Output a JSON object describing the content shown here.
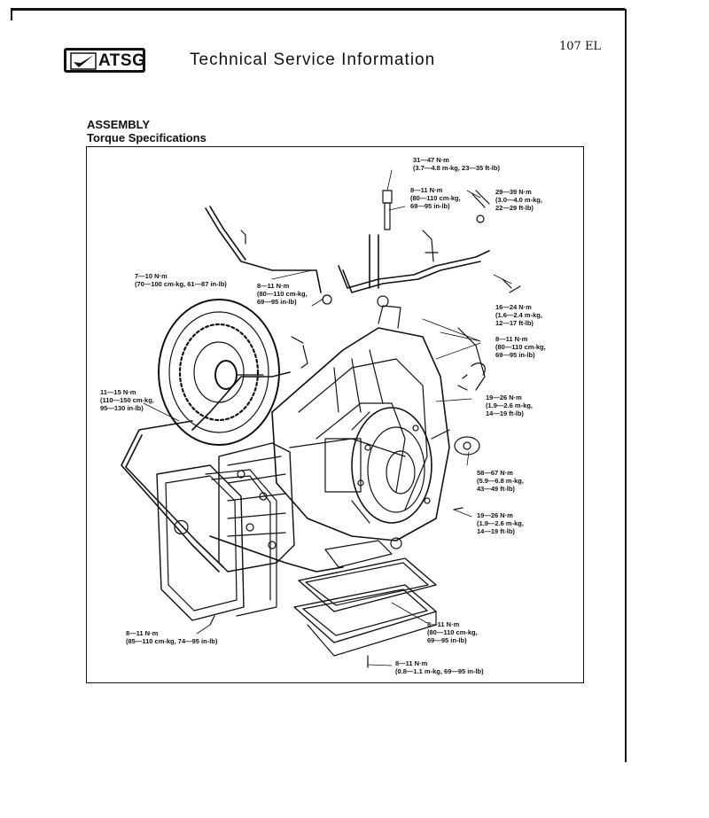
{
  "header": {
    "logo_text": "ATSG",
    "title": "Technical Service Information",
    "doc_number": "107 EL"
  },
  "section": {
    "title": "ASSEMBLY",
    "subtitle": "Torque Specifications"
  },
  "callouts": {
    "c1": [
      "31—47 N·m",
      "(3.7—4.8 m-kg, 23—35 ft-lb)"
    ],
    "c2": [
      "8—11 N·m",
      "(80—110 cm-kg,",
      "69—95 in-lb)"
    ],
    "c3": [
      "29—39 N·m",
      "(3.0—4.0 m-kg,",
      "22—29 ft-lb)"
    ],
    "c4": [
      "7—10 N·m",
      "(70—100 cm-kg, 61—87 in-lb)"
    ],
    "c5": [
      "8—11 N·m",
      "(80—110 cm-kg,",
      "69—95 in-lb)"
    ],
    "c6": [
      "16—24 N·m",
      "(1.6—2.4 m-kg,",
      "12—17 ft-lb)"
    ],
    "c7": [
      "8—11 N·m",
      "(80—110 cm-kg,",
      "69—95 in-lb)"
    ],
    "c8": [
      "11—15 N·m",
      "(110—150 cm-kg,",
      "95—130 in-lb)"
    ],
    "c9": [
      "19—26 N·m",
      "(1.9—2.6 m-kg,",
      "14—19 ft-lb)"
    ],
    "c10": [
      "58—67 N·m",
      "(5.9—6.8 m-kg,",
      "43—49 ft-lb)"
    ],
    "c11": [
      "19—26 N·m",
      "(1.9—2.6 m-kg,",
      "14—19 ft-lb)"
    ],
    "c12": [
      "8—11 N·m",
      "(85—110 cm-kg, 74—95 in-lb)"
    ],
    "c13": [
      "8—11 N·m",
      "(80—110 cm-kg,",
      "69—95 in-lb)"
    ],
    "c14": [
      "8—11 N·m",
      "(0.8—1.1 m-kg, 69—95 in-lb)"
    ]
  }
}
